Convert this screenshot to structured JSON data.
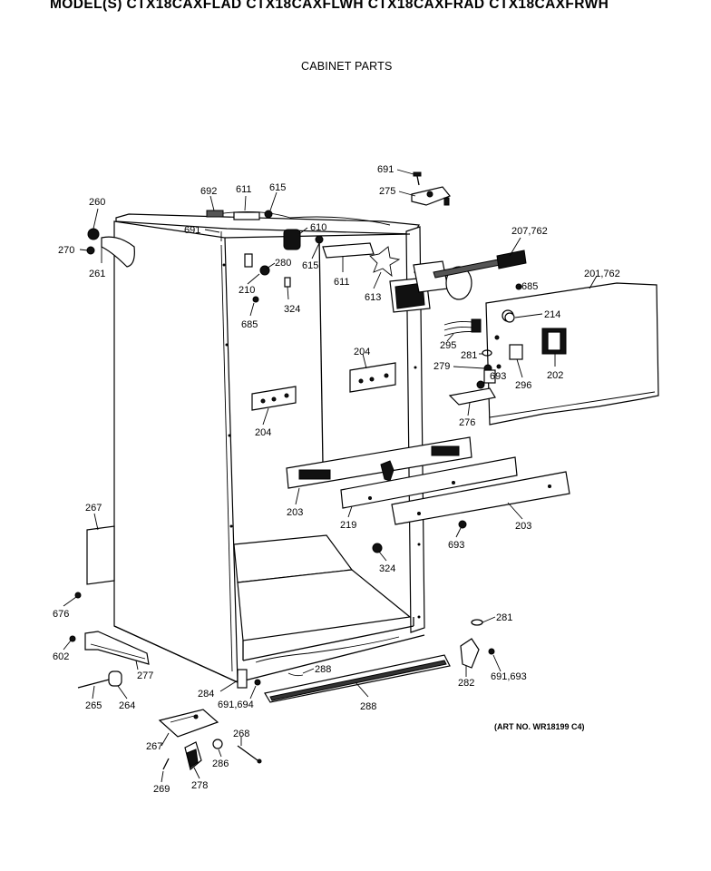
{
  "header": {
    "models": "MODEL(S) CTX18CAXFLAD  CTX18CAXFLWH  CTX18CAXFRAD  CTX18CAXFRWH"
  },
  "diagram": {
    "title": "CABINET PARTS",
    "art_no": "(ART NO. WR18199 C4)"
  },
  "labels": {
    "l260": "260",
    "l270": "270",
    "l261": "261",
    "l692": "692",
    "l611a": "611",
    "l615a": "615",
    "l691a": "691",
    "l610": "610",
    "l615b": "615",
    "l280": "280",
    "l210": "210",
    "l324a": "324",
    "l685a": "685",
    "l611b": "611",
    "l613": "613",
    "l691b": "691",
    "l275": "275",
    "l207": "207,762",
    "l685b": "685",
    "l201": "201,762",
    "l214": "214",
    "l295": "295",
    "l281a": "281",
    "l279": "279",
    "l693a": "693",
    "l202": "202",
    "l296": "296",
    "l276": "276",
    "l204a": "204",
    "l204b": "204",
    "l203a": "203",
    "l219": "219",
    "l203b": "203",
    "l693b": "693",
    "l324b": "324",
    "l267a": "267",
    "l676": "676",
    "l602": "602",
    "l277": "277",
    "l265": "265",
    "l264": "264",
    "l284": "284",
    "l691c": "691,694",
    "l288a": "288",
    "l288b": "288",
    "l281b": "281",
    "l282": "282",
    "l691d": "691,693",
    "l267b": "267",
    "l268": "268",
    "l286": "286",
    "l269": "269",
    "l278": "278"
  }
}
